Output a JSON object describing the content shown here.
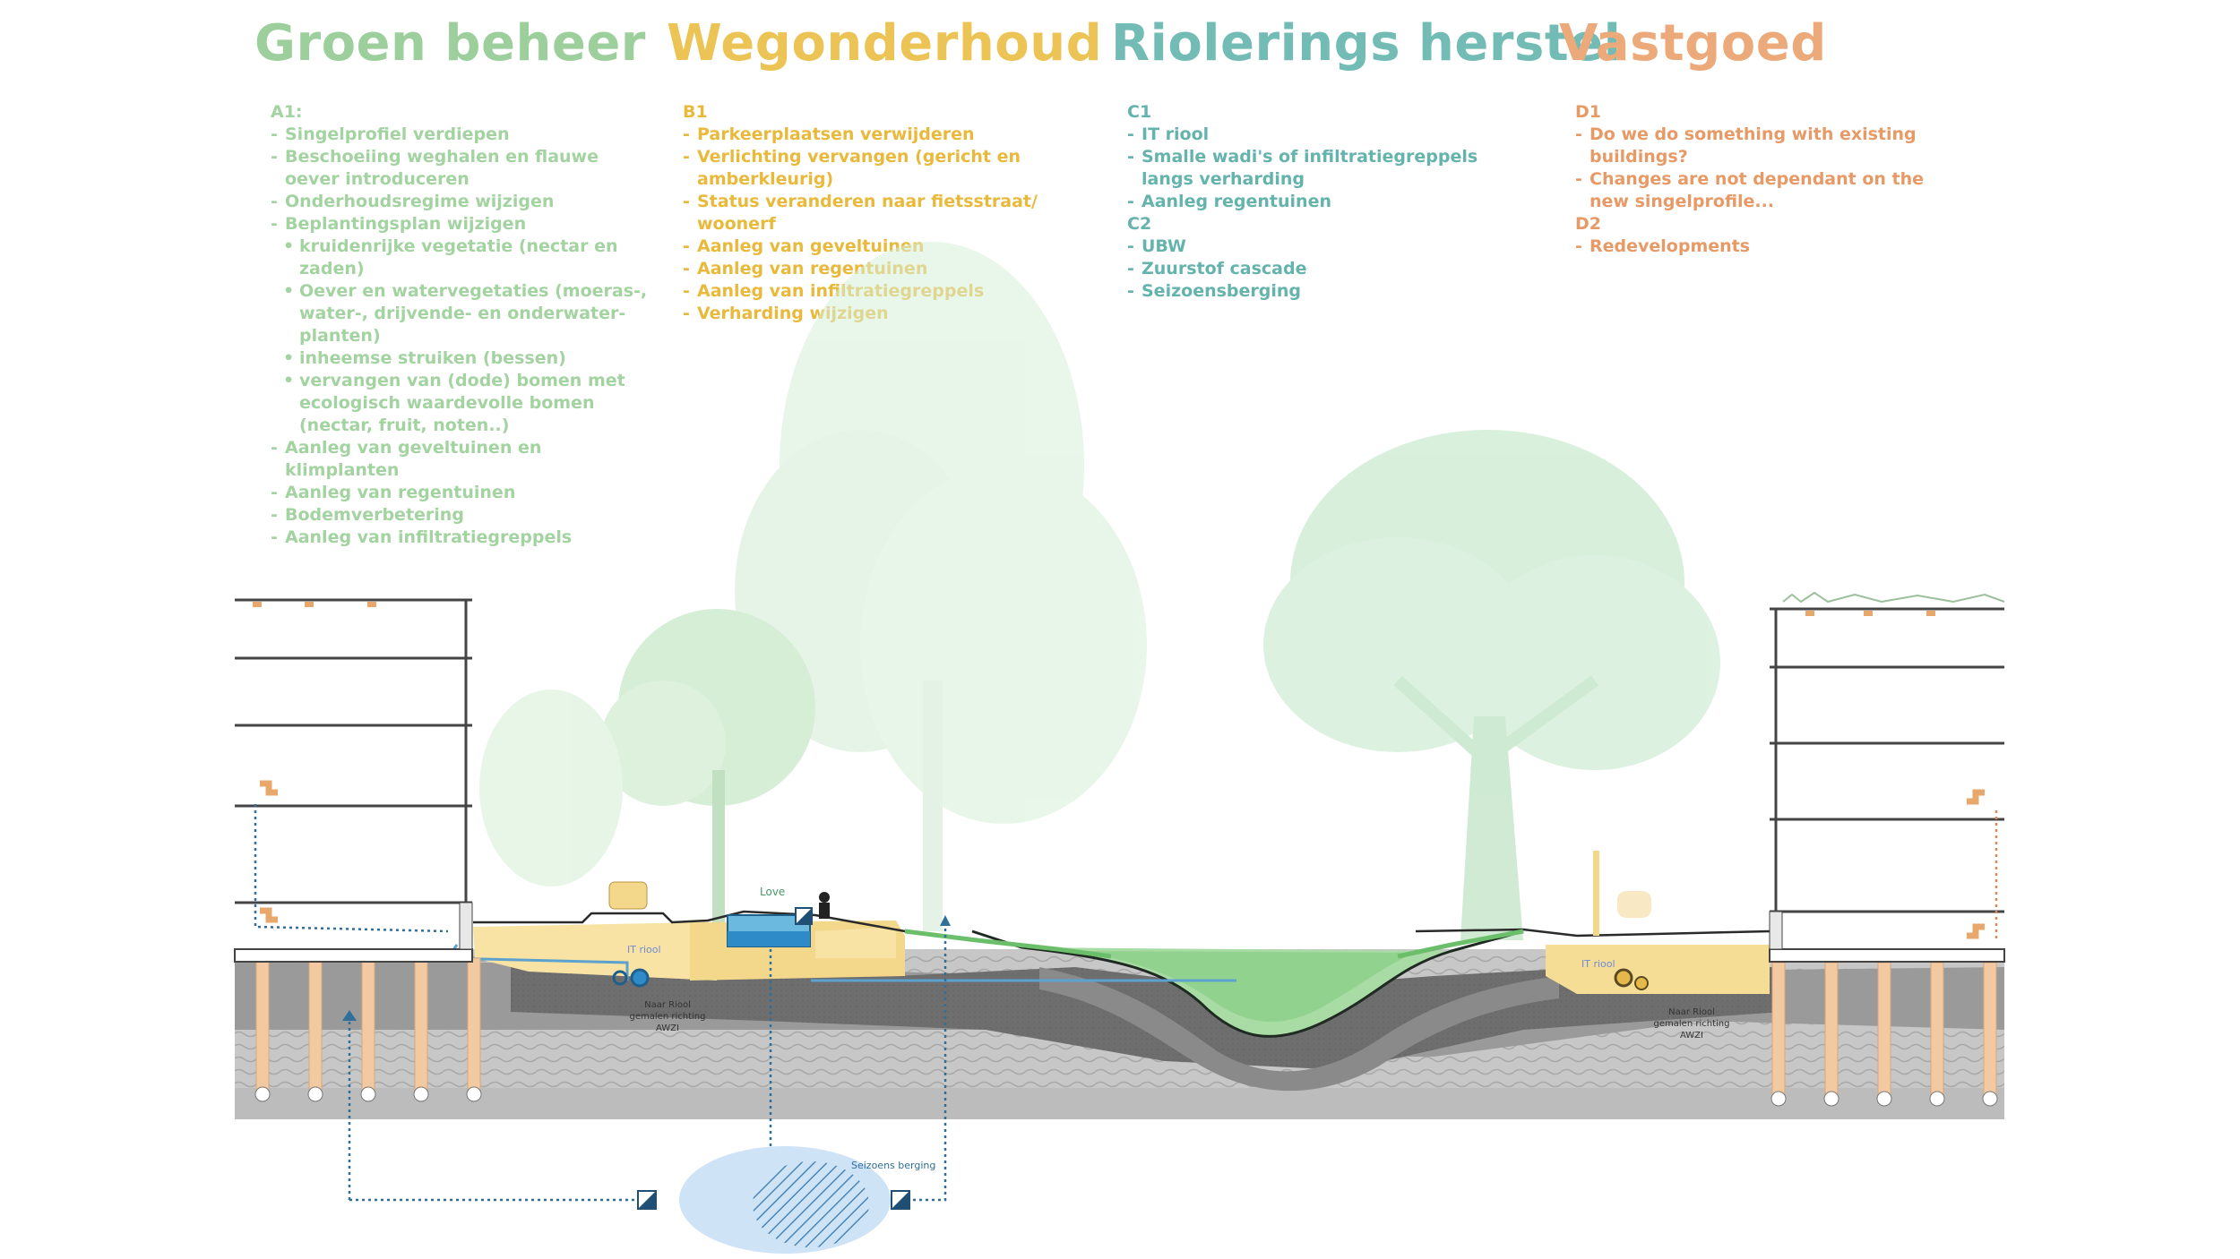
{
  "columns": {
    "a": {
      "title": "Groen beheer",
      "color": "#9ccf9c",
      "head": "A1:",
      "items": [
        "Singelprofiel verdiepen",
        "Beschoeiing weghalen en flauwe oever introduceren",
        "Onderhoudsregime wijzigen",
        "Beplantingsplan wijzigen"
      ],
      "subitems": [
        "kruidenrijke vegetatie (nectar en zaden)",
        "Oever en watervegetaties (moeras-, water-, drijvende- en onderwater-planten)",
        "inheemse struiken (bessen)",
        "vervangen van (dode) bomen met ecologisch waardevolle bomen (nectar, fruit, noten..)"
      ],
      "items2": [
        "Aanleg van geveltuinen en klimplanten",
        "Aanleg van regentuinen",
        "Bodemverbetering",
        "Aanleg van infiltratiegreppels"
      ]
    },
    "b": {
      "title": "Wegonderhoud",
      "color": "#ecc455",
      "head": "B1",
      "items": [
        "Parkeerplaatsen verwijderen",
        "Verlichting vervangen (gericht en amberkleurig)",
        "Status veranderen naar fietsstraat/ woonerf",
        "Aanleg van geveltuinen",
        "Aanleg van regentuinen",
        "Aanleg van infiltratiegreppels",
        "Verharding wijzigen"
      ]
    },
    "c": {
      "title": "Riolerings herstel",
      "color": "#72bcb5",
      "head1": "C1",
      "items1": [
        "IT riool",
        "Smalle wadi's of infiltratiegreppels langs verharding",
        "Aanleg regentuinen"
      ],
      "head2": "C2",
      "items2": [
        "UBW",
        "Zuurstof cascade",
        "Seizoensberging"
      ]
    },
    "d": {
      "title": "Vastgoed",
      "color": "#ecaa7a",
      "head1": "D1",
      "items1": [
        "Do we do something with existing buildings?",
        "Changes are not dependant on the new singelprofile..."
      ],
      "head2": "D2",
      "items2": [
        "Redevelopments"
      ]
    }
  },
  "section_labels": {
    "it_riool_left": "IT riool",
    "it_riool_right": "IT riool",
    "sewer_left": [
      "Naar Riool",
      "gemalen richting",
      "AWZI"
    ],
    "sewer_right": [
      "Naar Riool",
      "gemalen richting",
      "AWZI"
    ],
    "seasonal_storage": "Seizoens berging",
    "love_sign": "Love"
  },
  "colors": {
    "water_blue": "#2f6f9a",
    "pile_orange": "#f2c9a0",
    "sand_yellow": "#f8e3a4",
    "grass_green": "#9ed99a",
    "soil_dark": "#6b6b6b",
    "soil_mid": "#8c8c8c",
    "soil_light": "#b8b8b8"
  }
}
